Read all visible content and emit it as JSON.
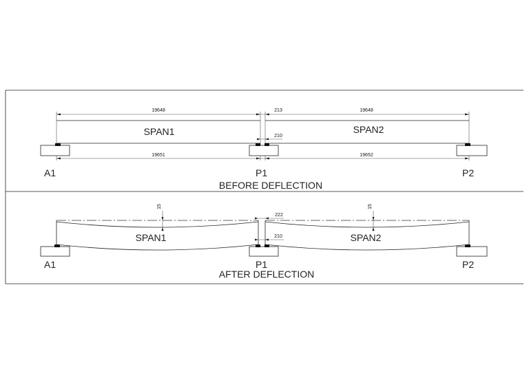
{
  "before": {
    "caption": "BEFORE DEFLECTION",
    "span1_label": "SPAN1",
    "span2_label": "SPAN2",
    "dim_top_span1": "19648",
    "dim_top_gap": "213",
    "dim_top_span2": "19648",
    "dim_bottom_span1": "19651",
    "dim_bottom_span2": "19652",
    "dim_gap_lower": "210",
    "support_a1": "A1",
    "support_p1": "P1",
    "support_p2": "P2"
  },
  "after": {
    "caption": "AFTER DEFLECTION",
    "span1_label": "SPAN1",
    "span2_label": "SPAN2",
    "deflection_span1": "15",
    "deflection_span2": "15",
    "dim_gap_upper": "222",
    "dim_gap_lower": "210",
    "support_a1": "A1",
    "support_p1": "P1",
    "support_p2": "P2"
  }
}
